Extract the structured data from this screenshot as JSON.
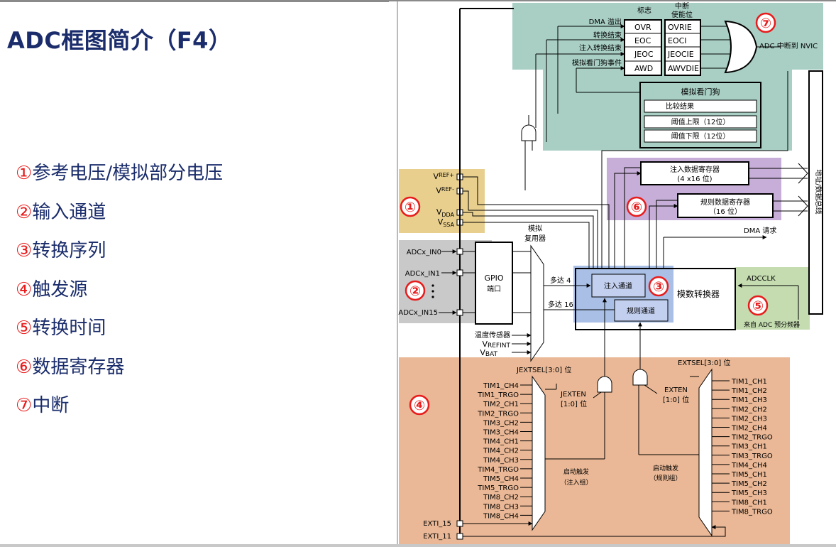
{
  "slide": {
    "title": "ADC框图简介（F4）"
  },
  "legend": {
    "items": [
      {
        "num": "①",
        "label": "参考电压/模拟部分电压"
      },
      {
        "num": "②",
        "label": "输入通道"
      },
      {
        "num": "③",
        "label": "转换序列"
      },
      {
        "num": "④",
        "label": "触发源"
      },
      {
        "num": "⑤",
        "label": "转换时间"
      },
      {
        "num": "⑥",
        "label": "数据寄存器"
      },
      {
        "num": "⑦",
        "label": "中断"
      }
    ]
  },
  "colors": {
    "interrupt_region": "#a9cfc4",
    "reference_region": "#e8cf8e",
    "channel_region": "#c9c9c9",
    "sequence_region": "#a9bfe6",
    "clock_region": "#c4dcb0",
    "register_region": "#c6aed8",
    "trigger_region": "#eab896",
    "marker": "#e81c1c"
  },
  "diagram": {
    "markers": [
      "①",
      "②",
      "③",
      "④",
      "⑤",
      "⑥",
      "⑦"
    ],
    "interrupt": {
      "flag_header": "标志",
      "enable_header_1": "中断",
      "enable_header_2": "使能位",
      "sources": [
        "DMA 溢出",
        "转换结束",
        "注入转换结束",
        "模拟看门狗事件"
      ],
      "flags": [
        "OVR",
        "EOC",
        "JEOC",
        "AWD"
      ],
      "enables": [
        "OVRIE",
        "EOCI",
        "JEOCIE",
        "AWVDIE"
      ],
      "output": "ADC 中断到 NVIC"
    },
    "watchdog": {
      "title": "模拟看门狗",
      "rows": [
        "比较结果",
        "阈值上限（12位）",
        "阈值下限（12位）"
      ]
    },
    "registers": {
      "injected_1": "注入数据寄存器",
      "injected_2": "(4 x16 位)",
      "regular_1": "规则数据寄存器",
      "regular_2": "（16 位）",
      "bus": "地址/数据总线",
      "dma": "DMA 请求"
    },
    "reference": {
      "pins": [
        {
          "main": "V",
          "sub": "REF+"
        },
        {
          "main": "V",
          "sub": "REF-"
        },
        {
          "main": "V",
          "sub": "DDA"
        },
        {
          "main": "V",
          "sub": "SSA"
        }
      ]
    },
    "channels": {
      "inputs": [
        "ADCx_IN0",
        "ADCx_IN1",
        "ADCx_IN15"
      ],
      "gpio_1": "GPIO",
      "gpio_2": "端口",
      "mux_1": "模拟",
      "mux_2": "复用器",
      "internal": [
        "温度传感器"
      ],
      "vrefint": {
        "main": "V",
        "sub": "REFINT"
      },
      "vbat": {
        "main": "V",
        "sub": "BAT"
      }
    },
    "converter": {
      "injected_count": "多达 4",
      "regular_count": "多达 16",
      "injected_channel": "注入通道",
      "regular_channel": "规则通道",
      "title": "模数转换器"
    },
    "clock": {
      "name": "ADCCLK",
      "source": "来自 ADC 预分频器"
    },
    "trigger": {
      "jextsel": "JEXTSEL[3:0] 位",
      "extsel": "EXTSEL[3:0] 位",
      "jexten_1": "JEXTEN",
      "jexten_2": "[1:0] 位",
      "exten_1": "EXTEN",
      "exten_2": "[1:0] 位",
      "injected_trigger_1": "启动触发",
      "injected_trigger_2": "（注入组）",
      "regular_trigger_1": "启动触发",
      "regular_trigger_2": "（规则组）",
      "injected_sources": [
        "TIM1_CH4",
        "TIM1_TRGO",
        "TIM2_CH1",
        "TIM2_TRGO",
        "TIM3_CH2",
        "TIM3_CH4",
        "TIM4_CH1",
        "TIM4_CH2",
        "TIM4_CH3",
        "TIM4_TRGO",
        "TIM5_CH4",
        "TIM5_TRGO",
        "TIM8_CH2",
        "TIM8_CH3",
        "TIM8_CH4"
      ],
      "regular_sources": [
        "TIM1_CH1",
        "TIM1_CH2",
        "TIM1_CH3",
        "TIM2_CH2",
        "TIM2_CH3",
        "TIM2_CH4",
        "TIM2_TRGO",
        "TIM3_CH1",
        "TIM3_TRGO",
        "TIM4_CH4",
        "TIM5_CH1",
        "TIM5_CH2",
        "TIM5_CH3",
        "TIM8_CH1",
        "TIM8_TRGO"
      ],
      "exti": [
        "EXTI_15",
        "EXTI_11"
      ]
    }
  }
}
